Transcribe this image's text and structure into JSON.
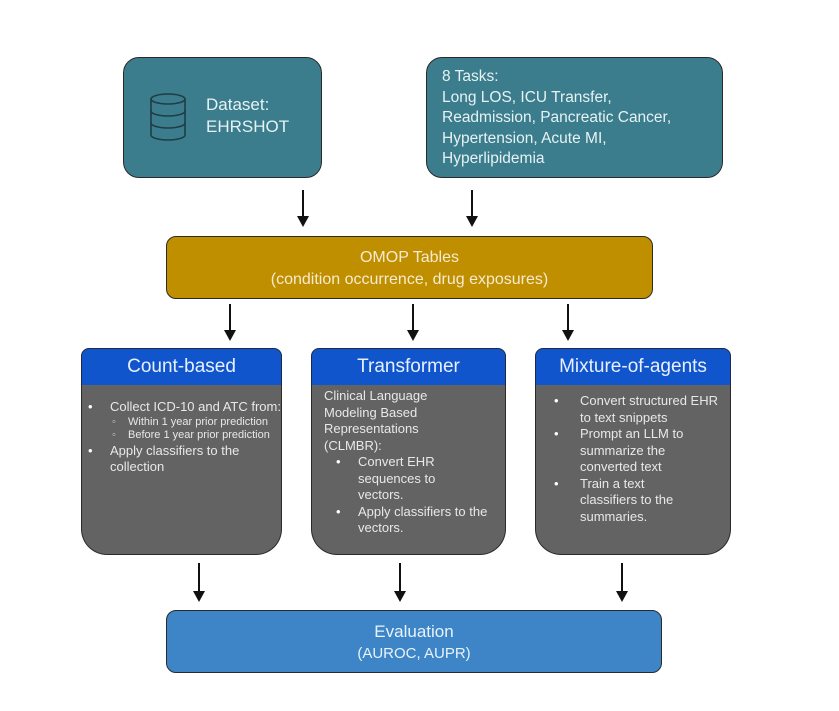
{
  "dataset": {
    "icon": "database-icon",
    "label": "Dataset:",
    "name": "EHRSHOT"
  },
  "tasks": {
    "title": "8 Tasks:",
    "lines": [
      "Long LOS, ICU Transfer,",
      "Readmission, Pancreatic Cancer,",
      "Hypertension, Acute MI,",
      "Hyperlipidemia"
    ]
  },
  "omop": {
    "title": "OMOP Tables",
    "subtitle": "(condition occurrence, drug exposures)"
  },
  "methods": [
    {
      "title": "Count-based",
      "bullets": [
        {
          "text": "Collect ICD-10 and ATC from:",
          "sub": [
            "Within 1 year prior prediction",
            "Before 1 year prior prediction"
          ]
        },
        {
          "text": "Apply classifiers to the collection"
        }
      ]
    },
    {
      "title": "Transformer",
      "intro": "Clinical Language Modeling Based Representations (CLMBR):",
      "bullets": [
        {
          "text": "Convert EHR sequences to vectors."
        },
        {
          "text": "Apply classifiers to the vectors."
        }
      ]
    },
    {
      "title": "Mixture-of-agents",
      "bullets": [
        {
          "text": "Convert structured EHR to text snippets"
        },
        {
          "text": "Prompt an LLM to summarize the converted text"
        },
        {
          "text": "Train a text classifiers to the summaries."
        }
      ]
    }
  ],
  "evaluation": {
    "title": "Evaluation",
    "subtitle": "(AUROC, AUPR)"
  },
  "colors": {
    "input_boxes": "#3b7d8c",
    "omop_box": "#bf8f00",
    "method_header": "#1155cc",
    "method_body": "#636363",
    "evaluation_box": "#3d85c6"
  }
}
